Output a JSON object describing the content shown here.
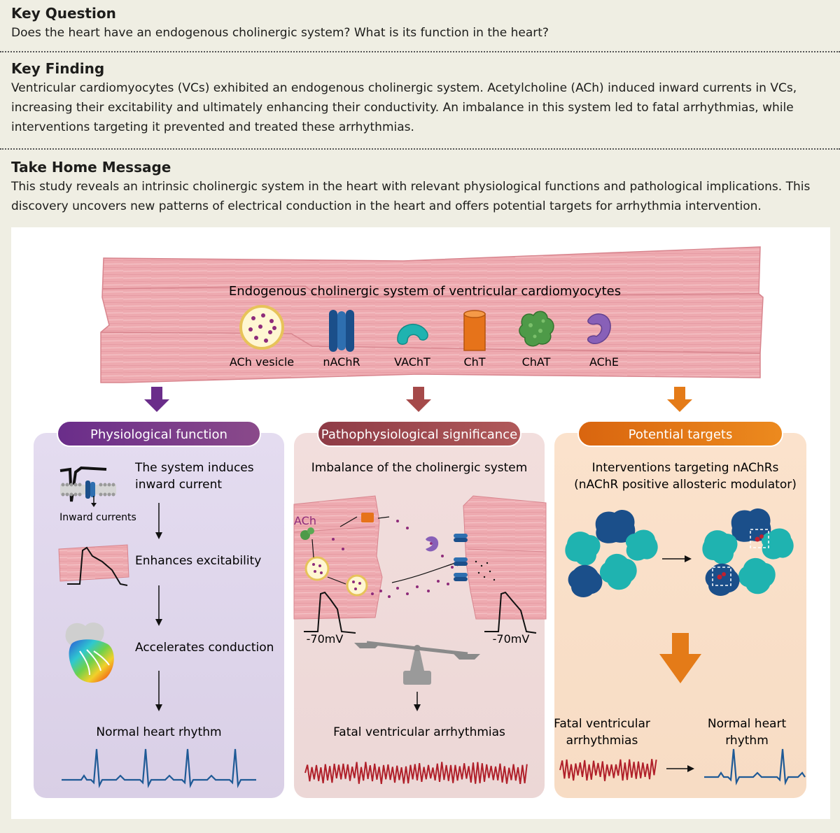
{
  "key_question": {
    "title": "Key Question",
    "text": "Does the heart have an endogenous cholinergic system? What is its function in the heart?"
  },
  "key_finding": {
    "title": "Key Finding",
    "lines": [
      "Ventricular cardiomyocytes (VCs) exhibited an endogenous cholinergic system. Acetylcholine (ACh) induced inward currents in VCs,",
      "increasing their excitability and ultimately enhancing their conductivity. An imbalance in this system led to fatal arrhythmias, while",
      "interventions targeting it prevented and treated these arrhythmias."
    ]
  },
  "take_home": {
    "title": "Take Home Message",
    "lines": [
      "This study reveals an intrinsic cholinergic system in the heart with relevant physiological functions and pathological implications. This",
      "discovery uncovers new patterns of electrical conduction in the heart and offers potential targets for arrhythmia intervention."
    ]
  },
  "banner": {
    "title": "Endogenous cholinergic system of ventricular cardiomyocytes",
    "components": [
      "ACh vesicle",
      "nAChR",
      "VAChT",
      "ChT",
      "ChAT",
      "AChE"
    ]
  },
  "colors": {
    "page_bg": "#efeee3",
    "muscle": "#eeaab0",
    "physiological": "#7b3a8c",
    "pathophysiological": "#a54a4a",
    "targets": "#e47b18",
    "ecg_normal": "#1f5a96",
    "ecg_arrhythmia": "#b0202a",
    "receptor_dark": "#1b4f8a",
    "receptor_teal": "#1fb3b0"
  },
  "physiological": {
    "title": "Physiological function",
    "step1": [
      "The system induces",
      "inward current"
    ],
    "inward_label": "Inward currents",
    "step2": "Enhances excitability",
    "step3": "Accelerates conduction",
    "outcome": "Normal heart rhythm"
  },
  "pathophysiological": {
    "title": "Pathophysiological significance",
    "subtitle": "Imbalance of the cholinergic system",
    "ach_label": "ACh",
    "voltage_left": "-70mV",
    "voltage_right": "-70mV",
    "outcome": "Fatal ventricular arrhythmias"
  },
  "targets": {
    "title": "Potential targets",
    "subtitle": [
      "Interventions targeting nAChRs",
      "(nAChR positive allosteric modulator)"
    ],
    "from_label": [
      "Fatal ventricular",
      "arrhythmias"
    ],
    "to_label": [
      "Normal heart",
      "rhythm"
    ]
  }
}
